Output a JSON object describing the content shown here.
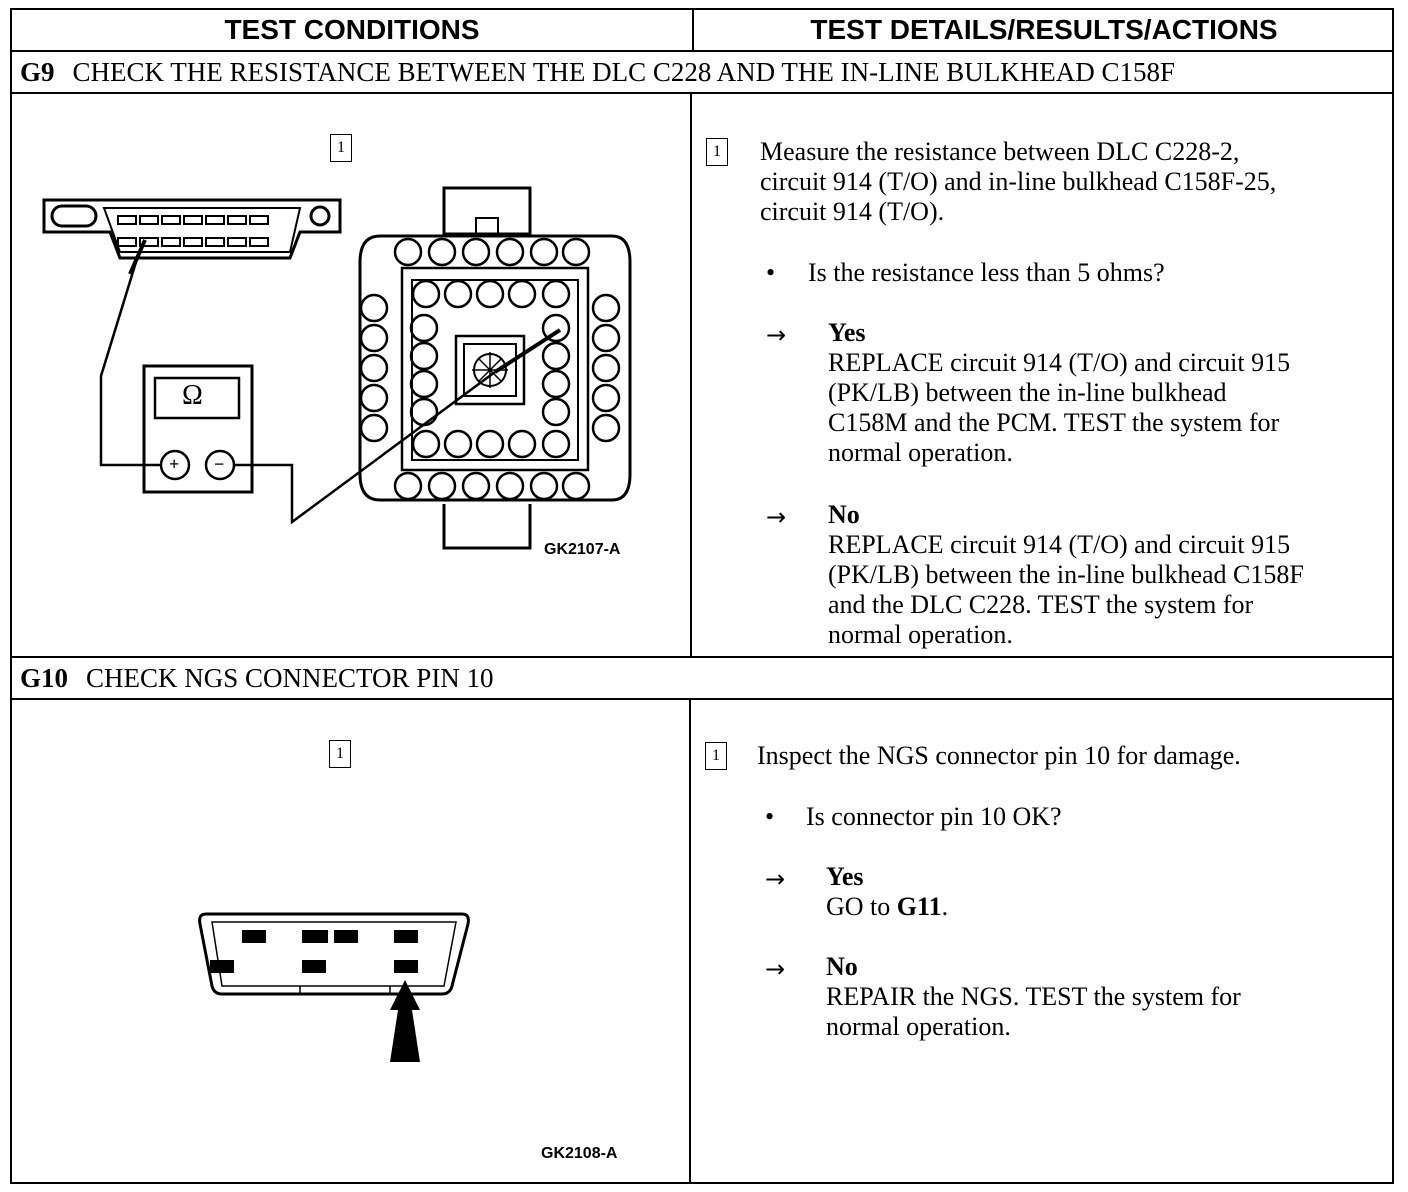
{
  "header": {
    "left": "TEST CONDITIONS",
    "right": "TEST DETAILS/RESULTS/ACTIONS"
  },
  "g9": {
    "id": "G9",
    "title": "CHECK THE RESISTANCE BETWEEN THE DLC C228 AND THE IN-LINE BULKHEAD C158F",
    "step_number": "1",
    "instruction_lines": [
      "Measure the resistance between DLC C228-2,",
      "circuit 914 (T/O) and in-line bulkhead C158F-25,",
      "circuit 914 (T/O)."
    ],
    "question": "Is the resistance less than 5 ohms?",
    "yes_label": "Yes",
    "yes_lines": [
      "REPLACE circuit 914 (T/O) and circuit 915",
      "(PK/LB) between the in-line bulkhead",
      "C158M and the PCM. TEST the system for",
      "normal operation."
    ],
    "no_label": "No",
    "no_lines": [
      "REPLACE circuit 914 (T/O) and circuit 915",
      "(PK/LB) between the in-line bulkhead C158F",
      "and the DLC C228. TEST the system for",
      "normal operation."
    ],
    "figure_id": "GK2107-A",
    "ohm_symbol": "Ω",
    "plus_symbol": "+",
    "minus_symbol": "−"
  },
  "g10": {
    "id": "G10",
    "title": "CHECK NGS CONNECTOR PIN 10",
    "step_number": "1",
    "instruction": "Inspect the NGS connector pin 10 for damage.",
    "question": "Is connector pin 10 OK?",
    "yes_label": "Yes",
    "yes_text_prefix": "GO to ",
    "yes_text_bold": "G11",
    "yes_text_suffix": ".",
    "no_label": "No",
    "no_lines": [
      "REPAIR the NGS. TEST the system for",
      "normal operation."
    ],
    "figure_id": "GK2108-A"
  },
  "symbols": {
    "bullet": "•",
    "arrow": "→"
  }
}
